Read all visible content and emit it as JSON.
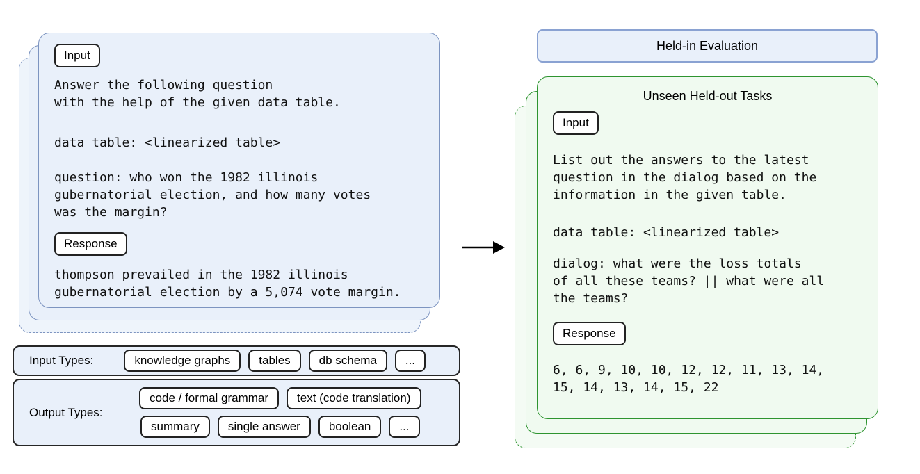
{
  "colors": {
    "blue_card_fill": "#e9f0fa",
    "blue_card_border": "#7d94c0",
    "header_border": "#8aa2d2",
    "green_card_fill": "#f0faf0",
    "green_card_border": "#2e9430",
    "badge_fill": "#ffffff",
    "badge_border": "#222222",
    "arrow": "#000000"
  },
  "left_card": {
    "input_label": "Input",
    "prompt": "Answer the following question\nwith the help of the given data table.",
    "data_table": "data table: <linearized table>",
    "question": "question: who won the 1982 illinois\ngubernatorial election, and how many votes\nwas the margin?",
    "response_label": "Response",
    "response": "thompson prevailed in the 1982 illinois\ngubernatorial election by a 5,074 vote margin."
  },
  "types": {
    "input": {
      "label": "Input Types:",
      "items": [
        "knowledge graphs",
        "tables",
        "db schema",
        "..."
      ]
    },
    "output": {
      "label": "Output Types:",
      "row1": [
        "code / formal grammar",
        "text (code translation)"
      ],
      "row2": [
        "summary",
        "single answer",
        "boolean",
        "..."
      ]
    }
  },
  "right": {
    "header": "Held-in Evaluation",
    "title": "Unseen Held-out Tasks",
    "input_label": "Input",
    "prompt": "List out the answers to the latest\nquestion in the dialog based on the\ninformation in the given table.",
    "data_table": "data table: <linearized table>",
    "dialog": "dialog: what were the loss totals\nof all these teams? || what were all\nthe teams?",
    "response_label": "Response",
    "response": "6, 6, 9, 10, 10, 12, 12, 11, 13, 14,\n15, 14, 13, 14, 15, 22"
  }
}
